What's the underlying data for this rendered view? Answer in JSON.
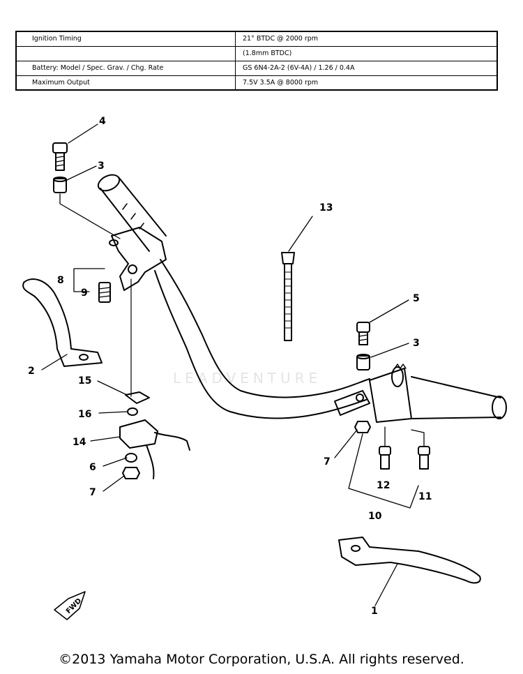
{
  "spec_table": {
    "rows": [
      {
        "label": "Ignition Timing",
        "value": "21° BTDC @ 2000 rpm"
      },
      {
        "label": "",
        "value": "(1.8mm BTDC)"
      },
      {
        "label": "Battery: Model / Spec. Grav. / Chg. Rate",
        "value": "GS 6N4-2A-2 (6V-4A) / 1.26 / 0.4A"
      },
      {
        "label": "Maximum Output",
        "value": "7.5V 3.5A @ 8000 rpm"
      }
    ]
  },
  "callouts": [
    "4",
    "3",
    "13",
    "8",
    "9",
    "2",
    "5",
    "3",
    "15",
    "16",
    "14",
    "6",
    "7",
    "7",
    "12",
    "11",
    "10",
    "1"
  ],
  "fwd_label": "FWD",
  "watermark": "LEADVENTURE",
  "copyright": "©2013 Yamaha Motor Corporation, U.S.A. All rights reserved."
}
